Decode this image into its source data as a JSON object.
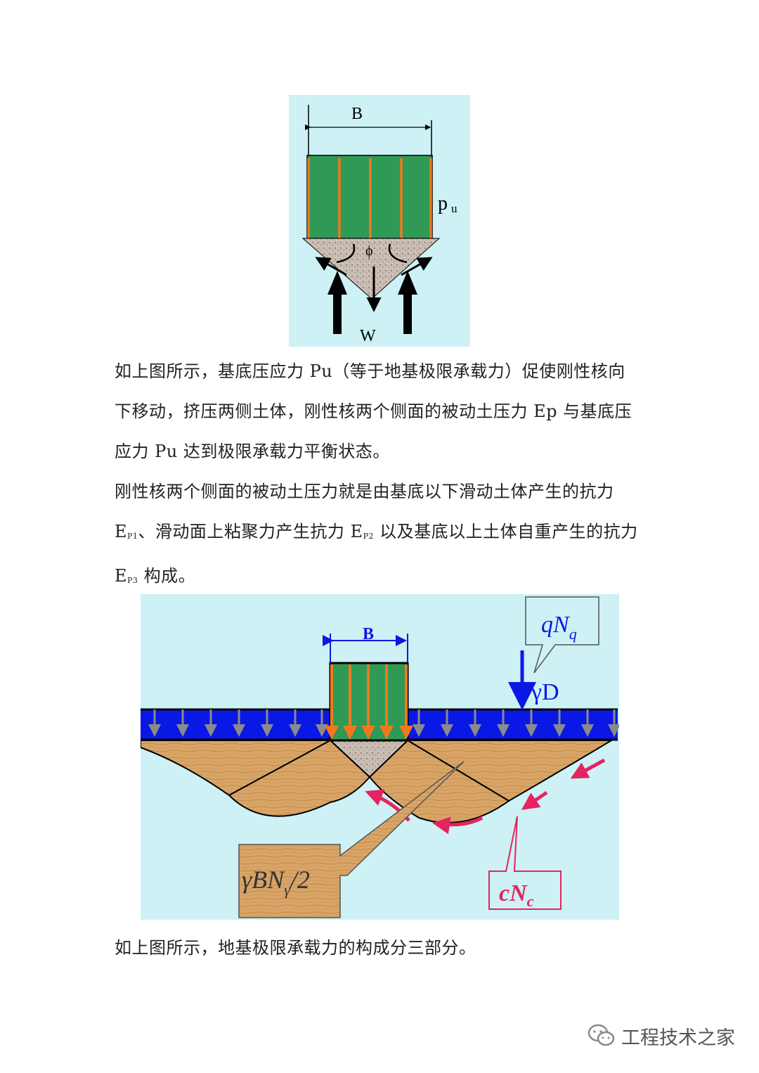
{
  "figure1": {
    "width_label": "B",
    "pressure_label": "p",
    "pressure_sub": "u",
    "angle_label": "ϕ",
    "weight_label": "W"
  },
  "paragraph1": [
    "如上图所示，基底压应力 Pu（等于地基极限承载力）促使刚性核向",
    "下移动，挤压两侧土体，刚性核两个侧面的被动土压力 Ep 与基底压",
    "应力 Pu 达到极限承载力平衡状态。"
  ],
  "paragraph2": {
    "line1": "刚性核两个侧面的被动土压力就是由基底以下滑动土体产生的抗力",
    "line2_e": "E",
    "line2_sub": "P1",
    "line2_mid": "、滑动面上粘聚力产生抗力 ",
    "line2_e2": "E",
    "line2_sub2": "P2",
    "line2_end": " 以及基底以上土体自重产生的抗力",
    "line3_e": "E",
    "line3_sub": "P3",
    "line3_end": " 构成。"
  },
  "figure2": {
    "width_label": "B",
    "qnq_label": "qN",
    "qnq_sub": "q",
    "gamma_d_label": "γD",
    "gamma_label": "γBN",
    "gamma_sub": "γ",
    "gamma_tail": "/2",
    "cnc_label": "cN",
    "cnc_sub": "c"
  },
  "paragraph3": "如上图所示，地基极限承载力的构成分三部分。",
  "footer": {
    "account_name": "工程技术之家",
    "icon": "wechat-icon"
  },
  "colors": {
    "figure_bg": "#cdf1f5",
    "footing_green": "#2f9a55",
    "stress_orange": "#f0781e",
    "overburden_blue": "#0a18e6",
    "soil_brown": "#d9a567",
    "arrow_pink": "#e5245f"
  }
}
